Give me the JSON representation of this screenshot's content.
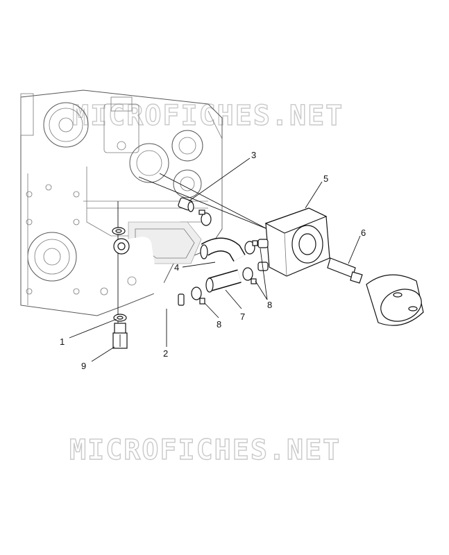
{
  "watermark": {
    "top": "MICROFICHES.NET",
    "bottom": "MICROFICHES.NET"
  },
  "callouts": {
    "c1": "1",
    "c2": "2",
    "c3": "3",
    "c4": "4",
    "c5": "5",
    "c6": "6",
    "c7": "7",
    "c8a": "8",
    "c8b": "8",
    "c9": "9"
  }
}
